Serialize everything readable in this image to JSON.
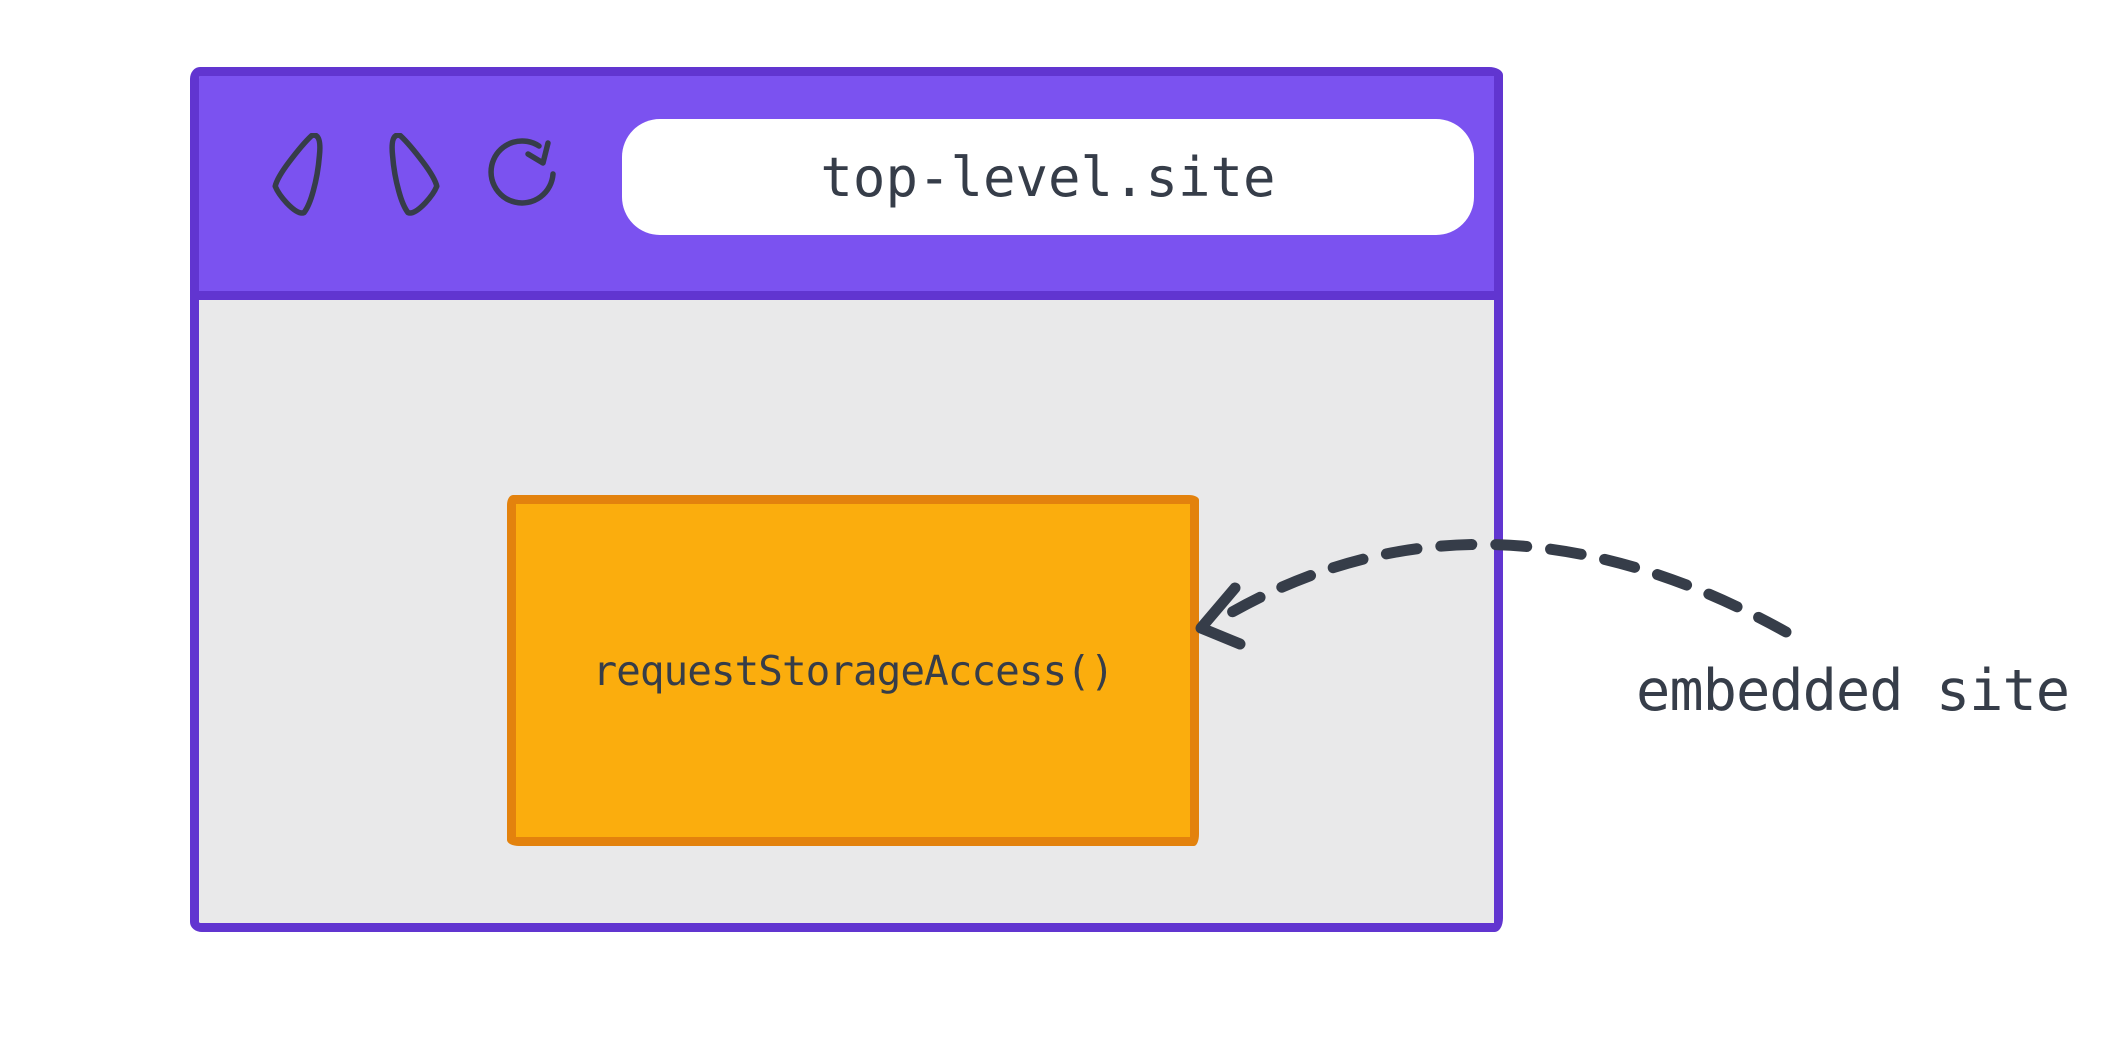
{
  "browser_window": {
    "toolbar": {
      "back_label": "Back",
      "forward_label": "Forward",
      "reload_label": "Reload",
      "address_bar": {
        "value": "top-level.site"
      }
    },
    "content": {
      "embedded_frame": {
        "label": "requestStorageAccess()"
      }
    }
  },
  "annotation": {
    "label": "embedded site",
    "arrow": "dashed curved arrow pointing from label to embedded frame"
  },
  "colors": {
    "ink": "#363d49",
    "purple-fill": "#7b52f0",
    "purple-border": "#6135d0",
    "gray-bg": "#e9e9ea",
    "orange-fill": "#fbad0d",
    "orange-border": "#e3820d",
    "white": "#ffffff"
  }
}
